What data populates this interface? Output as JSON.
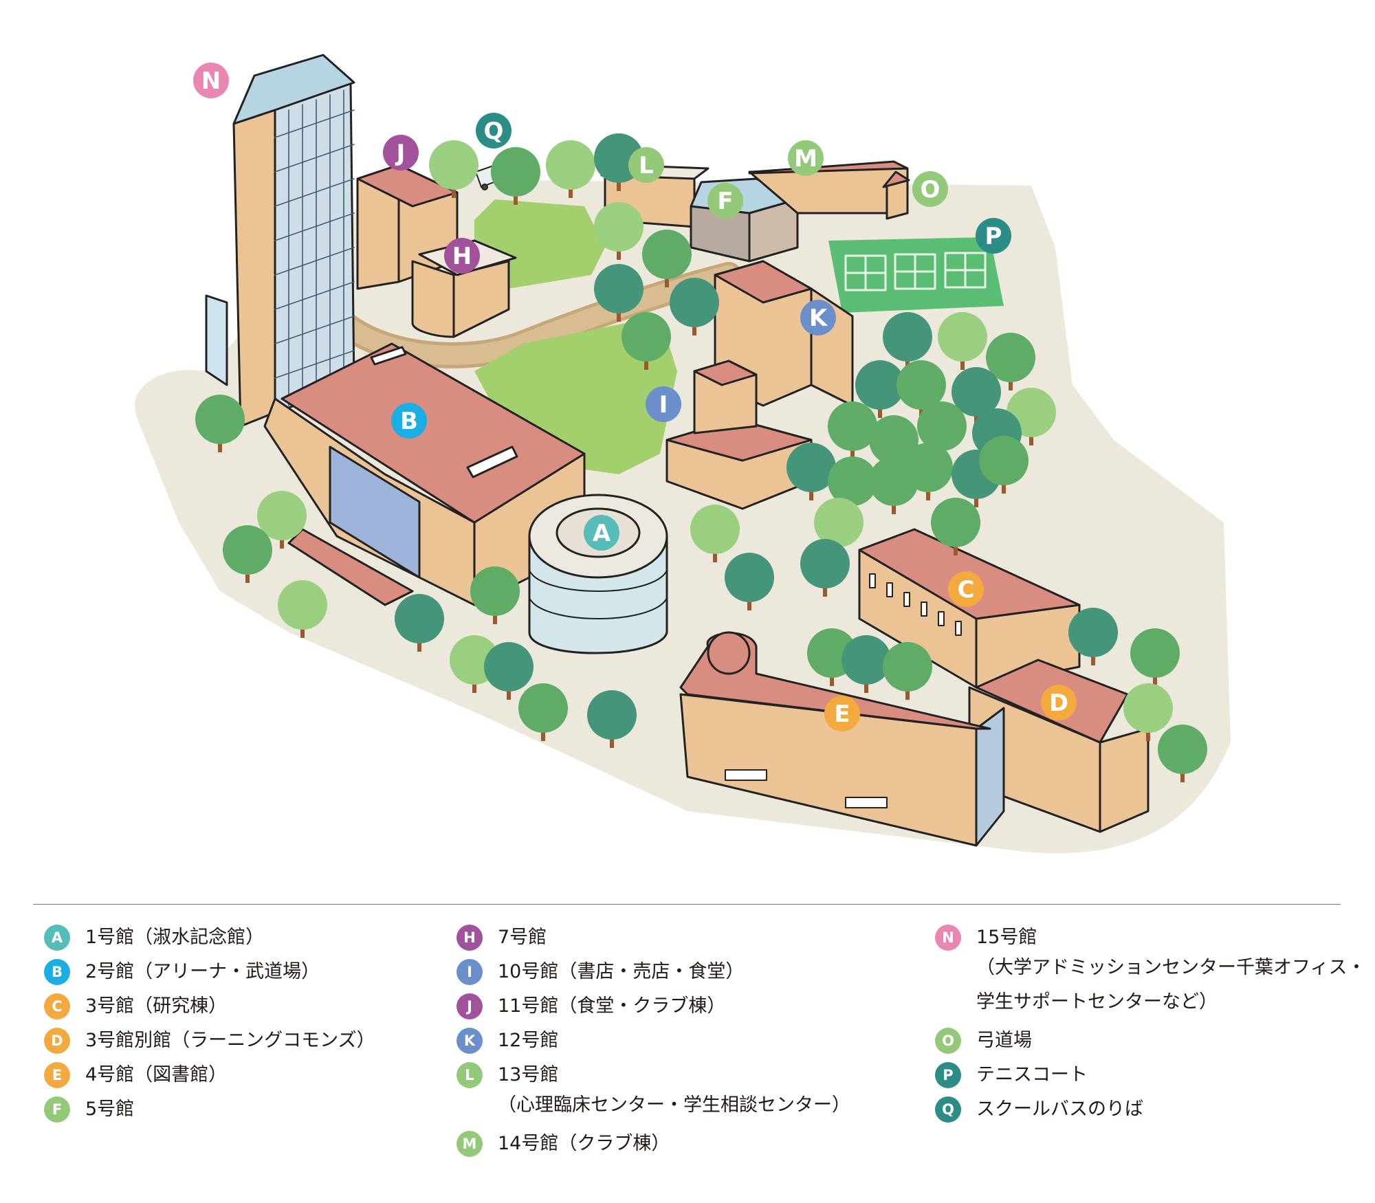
{
  "colors": {
    "teal": "#56bcb7",
    "cyan": "#1aaee3",
    "orange": "#f3a93e",
    "light_green": "#95c97a",
    "purple": "#a1529a",
    "blue": "#6b8fcb",
    "pink": "#ea86b2",
    "dark_teal": "#2c8c86",
    "ground": "#ece8dc",
    "roof": "#d98c80",
    "wall": "#ebc395",
    "lawn": "#a3cf6c",
    "tree_dark": "#44957a",
    "tree_mid": "#5fac67",
    "tree_light": "#9acf7f"
  },
  "map_labels": [
    {
      "letter": "A",
      "color": "teal"
    },
    {
      "letter": "B",
      "color": "cyan"
    },
    {
      "letter": "C",
      "color": "orange"
    },
    {
      "letter": "D",
      "color": "orange"
    },
    {
      "letter": "E",
      "color": "orange"
    },
    {
      "letter": "F",
      "color": "light_green"
    },
    {
      "letter": "H",
      "color": "purple"
    },
    {
      "letter": "I",
      "color": "blue"
    },
    {
      "letter": "J",
      "color": "purple"
    },
    {
      "letter": "K",
      "color": "blue"
    },
    {
      "letter": "L",
      "color": "light_green"
    },
    {
      "letter": "M",
      "color": "light_green"
    },
    {
      "letter": "N",
      "color": "pink"
    },
    {
      "letter": "O",
      "color": "light_green"
    },
    {
      "letter": "P",
      "color": "dark_teal"
    },
    {
      "letter": "Q",
      "color": "dark_teal"
    }
  ],
  "legend": [
    [
      {
        "letter": "A",
        "color": "teal",
        "label": "1号館（淑水記念館）"
      },
      {
        "letter": "B",
        "color": "cyan",
        "label": "2号館（アリーナ・武道場）"
      },
      {
        "letter": "C",
        "color": "orange",
        "label": "3号館（研究棟）"
      },
      {
        "letter": "D",
        "color": "orange",
        "label": "3号館別館（ラーニングコモンズ）"
      },
      {
        "letter": "E",
        "color": "orange",
        "label": "4号館（図書館）"
      },
      {
        "letter": "F",
        "color": "light_green",
        "label": "5号館"
      }
    ],
    [
      {
        "letter": "H",
        "color": "purple",
        "label": "7号館"
      },
      {
        "letter": "I",
        "color": "blue",
        "label": "10号館（書店・売店・食堂）"
      },
      {
        "letter": "J",
        "color": "purple",
        "label": "11号館（食堂・クラブ棟）"
      },
      {
        "letter": "K",
        "color": "blue",
        "label": "12号館"
      },
      {
        "letter": "L",
        "color": "light_green",
        "label": "13号館",
        "sub": "（心理臨床センター・学生相談センター）"
      },
      {
        "letter": "M",
        "color": "light_green",
        "label": "14号館（クラブ棟）"
      }
    ],
    [
      {
        "letter": "N",
        "color": "pink",
        "label": "15号館",
        "sub": "（大学アドミッションセンター千葉オフィス・",
        "sub2": "学生サポートセンターなど）"
      },
      {
        "letter": "O",
        "color": "light_green",
        "label": "弓道場"
      },
      {
        "letter": "P",
        "color": "dark_teal",
        "label": "テニスコート"
      },
      {
        "letter": "Q",
        "color": "dark_teal",
        "label": "スクールバスのりば"
      }
    ]
  ]
}
